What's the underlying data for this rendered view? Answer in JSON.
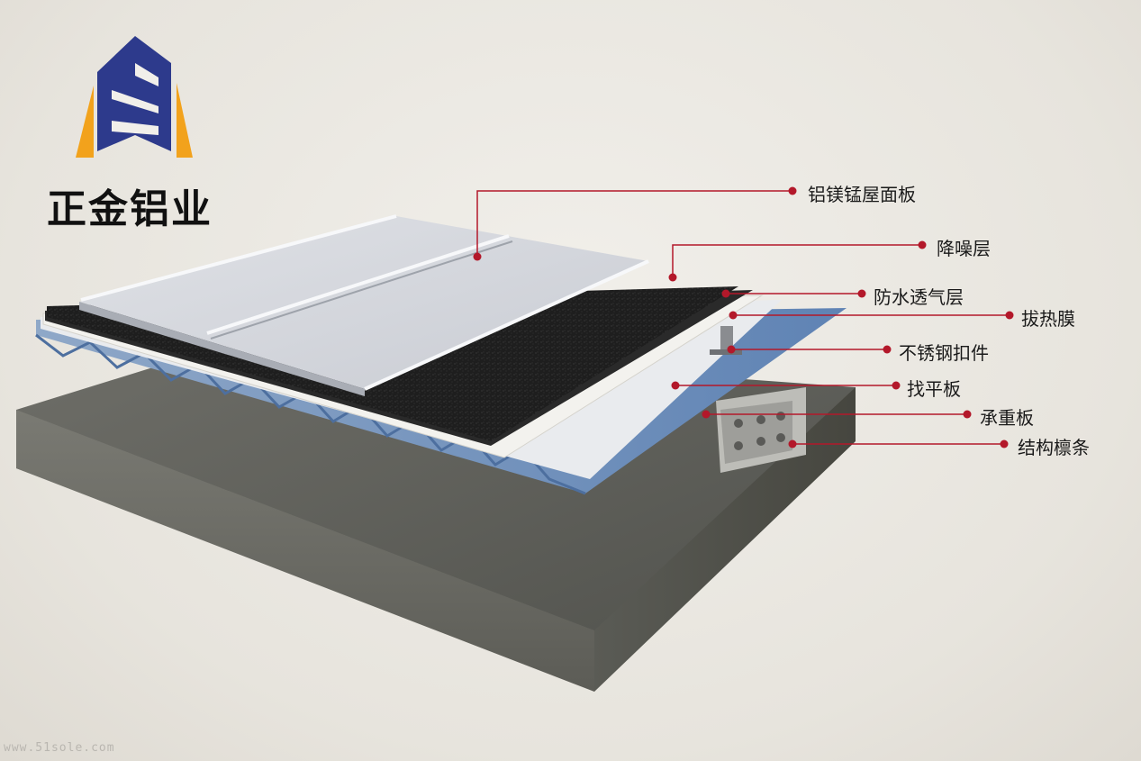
{
  "brand": {
    "name": "正金铝业",
    "logo": "building-e-logo"
  },
  "colors": {
    "accent": "#b3182a",
    "logo_blue": "#2d3a8c",
    "logo_orange": "#f2a21c"
  },
  "layers": [
    {
      "id": "roof-panel",
      "label": "铝镁锰屋面板"
    },
    {
      "id": "noise-layer",
      "label": "降噪层"
    },
    {
      "id": "waterproof-membrane",
      "label": "防水透气层"
    },
    {
      "id": "heat-film",
      "label": "拔热膜"
    },
    {
      "id": "stainless-clip",
      "label": "不锈钢扣件"
    },
    {
      "id": "leveling-board",
      "label": "找平板"
    },
    {
      "id": "load-bearing-board",
      "label": "承重板"
    },
    {
      "id": "structural-purlin",
      "label": "结构檩条"
    }
  ],
  "watermark": "www.51sole.com"
}
